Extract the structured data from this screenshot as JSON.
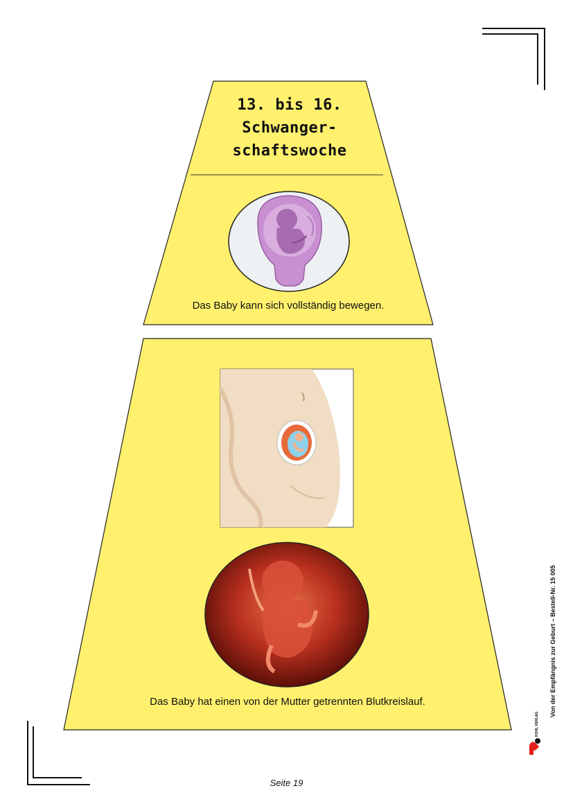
{
  "top_card": {
    "title_lines": [
      "13. bis 16.",
      "Schwanger-",
      "schaftswoche"
    ],
    "caption": "Das Baby kann sich vollständig bewegen."
  },
  "bottom_card": {
    "caption": "Das Baby hat einen von der Mutter getrennten Blutkreislauf."
  },
  "footer": {
    "page_label": "Seite 19",
    "side_text": "Von der Empfängnis zur Geburt – Bestell-Nr. 15 005",
    "publisher": "KOHL VERLAG"
  },
  "colors": {
    "card_fill": "#fff06e",
    "card_stroke": "#222222",
    "uterus": "#c890d0",
    "womb_red": "#b8301e"
  }
}
